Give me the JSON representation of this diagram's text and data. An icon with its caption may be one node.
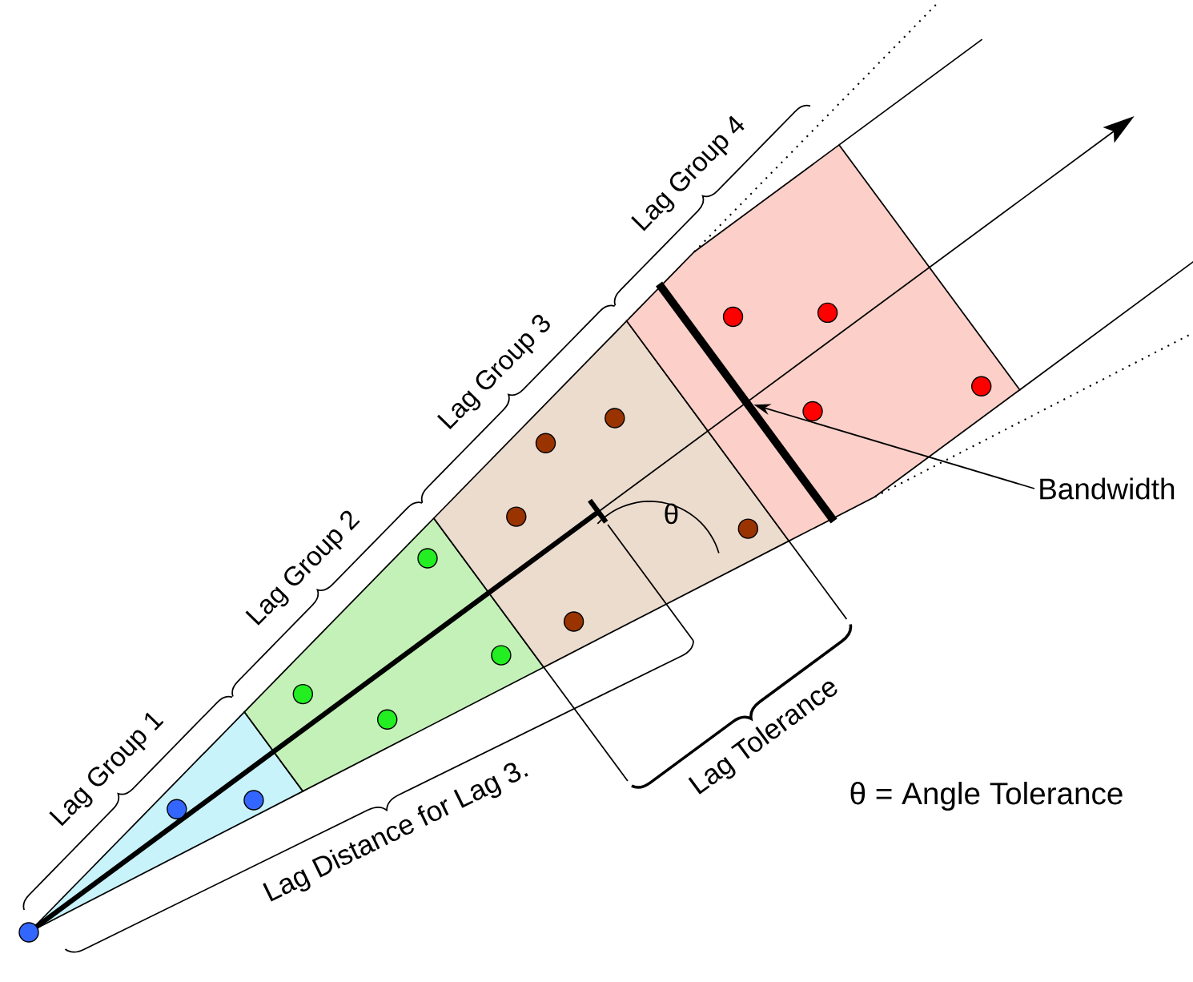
{
  "diagram": {
    "nodes": [
      {
        "text": [
          "Bandwidth"
        ]
      },
      {
        "text": [],
        "shape": "bar"
      }
    ],
    "edges": [
      {
        "from": 0,
        "to": 1,
        "arrow": "to"
      }
    ],
    "labels": [
      "Lag Group 4",
      "Lag Group 3",
      "Lag Group 2",
      "Lag Group 1",
      "θ",
      "Lag Tolerance",
      "θ = Angle Tolerance",
      "Lag Distance for Lag 3."
    ]
  }
}
